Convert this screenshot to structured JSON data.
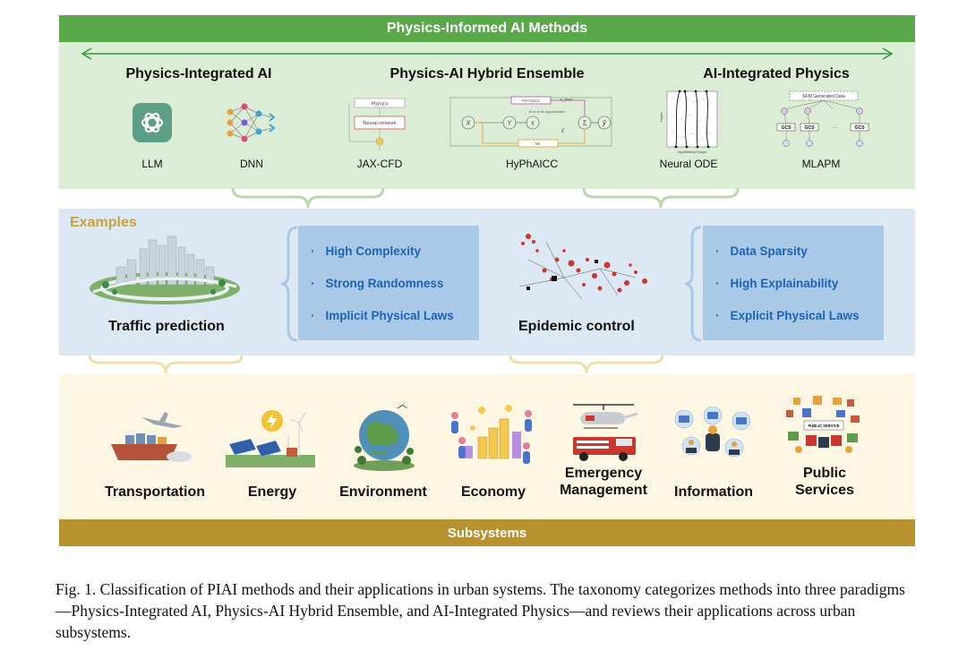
{
  "header": {
    "title": "Physics-Informed AI Methods"
  },
  "paradigms": [
    {
      "title": "Physics-Integrated AI"
    },
    {
      "title": "Physics-AI Hybrid Ensemble"
    },
    {
      "title": "AI-Integrated Physics"
    }
  ],
  "methods": [
    {
      "label": "LLM",
      "icon": "llm-logo-icon"
    },
    {
      "label": "DNN",
      "icon": "neural-network-icon"
    },
    {
      "label": "JAX-CFD",
      "icon": "jax-cfd-diagram-icon"
    },
    {
      "label": "HyPhAICC",
      "icon": "hyphaicc-diagram-icon"
    },
    {
      "label": "Neural ODE",
      "icon": "vector-field-plot-icon"
    },
    {
      "label": "MLAPM",
      "icon": "gcs-tree-diagram-icon"
    }
  ],
  "diagram_text": {
    "jax_physics": "Physics",
    "jax_nn": "Neural network",
    "hy_physics": "PHYSICS",
    "hy_ml": "ML",
    "hy_yphy": "Y_PHY",
    "hy_error": "Error to be approximated",
    "hy_x": "X",
    "hy_y": "Y",
    "hy_eps": "ε",
    "hy_sigma": "Σ",
    "hy_yhat": "ŷ",
    "hy_epshat": "ε̂",
    "ode_xlabel": "Input/Hidden/Output",
    "ode_ylabel": "Depth",
    "mlapm_title": "SFM Generated Data",
    "mlapm_gcs": "GCS",
    "mlapm_dots": "···"
  },
  "examples": {
    "title": "Examples",
    "items": [
      {
        "label": "Traffic prediction",
        "traits": [
          "High Complexity",
          "Strong Randomness",
          "Implicit Physical Laws"
        ]
      },
      {
        "label": "Epidemic control",
        "traits": [
          "Data Sparsity",
          "High Explainability",
          "Explicit Physical Laws"
        ]
      }
    ]
  },
  "subsystems": {
    "footer": "Subsystems",
    "items": [
      {
        "label": "Transportation",
        "icon": "ship-plane-cargo-icon"
      },
      {
        "label": "Energy",
        "icon": "solar-wind-energy-icon"
      },
      {
        "label": "Environment",
        "icon": "earth-globe-icon"
      },
      {
        "label": "Economy",
        "icon": "people-coins-icon"
      },
      {
        "label": "Emergency Management",
        "line1": "Emergency",
        "line2": "Management",
        "icon": "helicopter-firetruck-icon"
      },
      {
        "label": "Information",
        "icon": "people-devices-icon"
      },
      {
        "label": "Public Services",
        "line1": "Public",
        "line2": "Services",
        "icon": "public-service-buildings-icon"
      }
    ],
    "public_service_sign": "PUBLIC SERVICE"
  },
  "caption": "Fig. 1.  Classification of PIAI methods and their applications in urban systems. The taxonomy categorizes methods into three paradigms—Physics-Integrated AI, Physics-AI Hybrid Ensemble, and AI-Integrated Physics—and reviews their applications across urban subsystems.",
  "colors": {
    "green_header": "#5aa84a",
    "green_panel": "#dcedd5",
    "blue_panel": "#dce8f3",
    "blue_trait_box": "#a9c9e7",
    "blue_trait_text": "#1d63b3",
    "gold_footer": "#b8922e",
    "gold_title": "#c9a23a",
    "cream_panel": "#fdf6e3"
  }
}
